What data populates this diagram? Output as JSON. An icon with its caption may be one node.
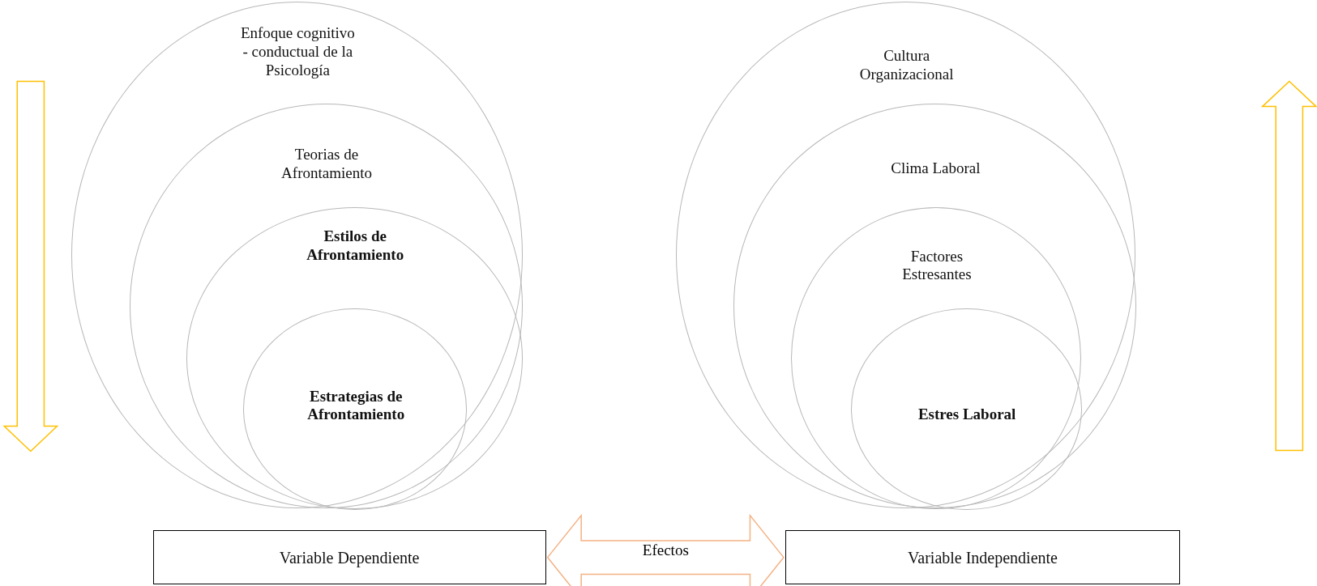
{
  "diagram": {
    "nodes": [
      {
        "text": [
          "Enfoque cognitivo - conductual de la Psicología"
        ]
      },
      {
        "text": [
          "Teorias de Afrontamiento"
        ],
        "in": 0
      },
      {
        "text": [
          "Estilos de Afrontamiento"
        ],
        "in": 1
      },
      {
        "text": [
          "Estrategias de Afrontamiento"
        ],
        "in": 2
      },
      {
        "text": [
          "Cultura Organizacional"
        ]
      },
      {
        "text": [
          "Clima Laboral"
        ],
        "in": 4
      },
      {
        "text": [
          "Factores Estresantes"
        ],
        "in": 5
      },
      {
        "text": [
          "Estres Laboral"
        ],
        "in": 6
      },
      {
        "text": [
          "Variable Dependiente"
        ]
      },
      {
        "text": [
          "Variable Independiente"
        ]
      }
    ],
    "edges": [
      {
        "from": 8,
        "to": 9,
        "arrow": "both",
        "label": "Efectos",
        "color": "#f4b183"
      }
    ]
  }
}
